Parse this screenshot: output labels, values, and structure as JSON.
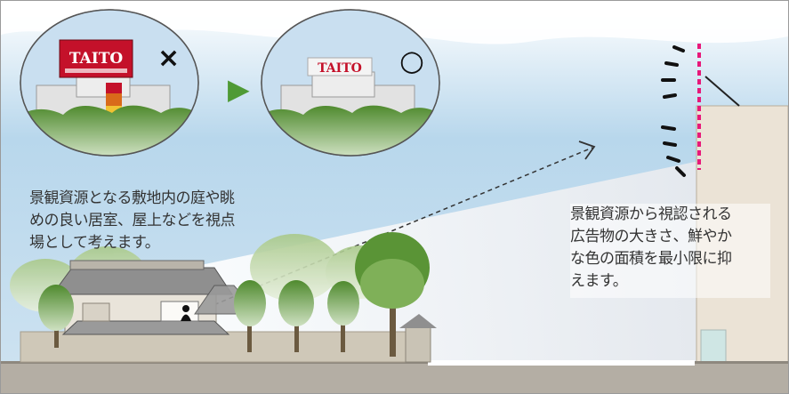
{
  "captions": {
    "left": "景観資源となる敷地内の庭や眺\nめの良い居室、屋上などを視点\n場として考えます。",
    "right": "景観資源から視認される\n広告物の大きさ、鮮やか\nな色の面積を最小限に抑\nえます。"
  },
  "bubbles": {
    "bad": {
      "sign": "TAITO",
      "mark": "×"
    },
    "good": {
      "sign": "TAITO",
      "mark": "○"
    },
    "arrow": "▶"
  },
  "colors": {
    "sky": "#a9cde6",
    "tree_green": "#5b9a3c",
    "sign_red": "#c4112a",
    "height_marker": "#e8187a",
    "arrow_green": "#4f9a35"
  }
}
